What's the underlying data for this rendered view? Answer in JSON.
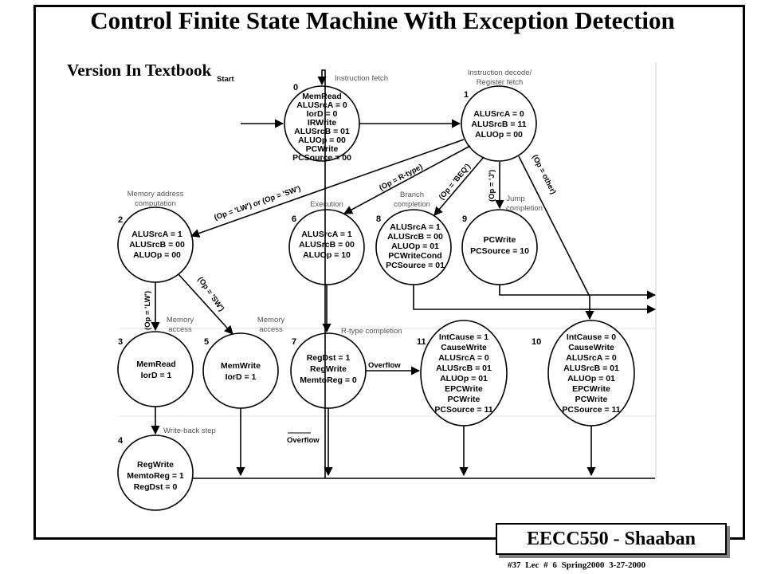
{
  "title": "Control Finite State Machine With Exception Detection",
  "subtitle": "Version In Textbook",
  "footer": {
    "badge": "EECC550 - Shaaban",
    "slide_info": "#37   Lec # 6   Spring2000   3-27-2000"
  },
  "diagram": {
    "start_label": "Start",
    "region_labels": {
      "instruction_fetch": "Instruction fetch",
      "decode_1": "Instruction decode/",
      "decode_2": "Register fetch",
      "memaddr_1": "Memory address",
      "memaddr_2": "computation",
      "execution": "Execution",
      "branch_1": "Branch",
      "branch_2": "completion",
      "jump_1": "Jump",
      "jump_2": "completion",
      "mem_access_3": "Memory",
      "mem_access_3b": "access",
      "mem_access_5": "Memory",
      "mem_access_5b": "access",
      "rtype_completion": "R-type completion",
      "writeback": "Write-back step"
    },
    "transition_labels": {
      "lw_sw": "(Op = 'LW') or (Op = 'SW')",
      "rtype": "(Op = R-type)",
      "beq": "(Op = 'BEQ')",
      "jump": "(Op = 'J')",
      "other": "(Op = other)",
      "lw": "(Op = 'LW')",
      "sw": "(Op = 'SW')",
      "overflow": "Overflow",
      "no_overflow": "Overflow"
    },
    "states": [
      {
        "id": "s0",
        "number": "0",
        "lines": [
          "MemRead",
          "ALUSrcA = 0",
          "IorD = 0",
          "IRWrite",
          "ALUSrcB = 01",
          "ALUOp = 00",
          "PCWrite",
          "PCSource = 00"
        ]
      },
      {
        "id": "s1",
        "number": "1",
        "lines": [
          "ALUSrcA = 0",
          "ALUSrcB = 11",
          "ALUOp = 00"
        ]
      },
      {
        "id": "s2",
        "number": "2",
        "lines": [
          "ALUSrcA = 1",
          "ALUSrcB = 00",
          "ALUOp = 00"
        ]
      },
      {
        "id": "s6",
        "number": "6",
        "lines": [
          "ALUSrcA = 1",
          "ALUSrcB = 00",
          "ALUOp = 10"
        ]
      },
      {
        "id": "s8",
        "number": "8",
        "lines": [
          "ALUSrcA = 1",
          "ALUSrcB = 00",
          "ALUOp = 01",
          "PCWriteCond",
          "PCSource = 01"
        ]
      },
      {
        "id": "s9",
        "number": "9",
        "lines": [
          "PCWrite",
          "PCSource = 10"
        ]
      },
      {
        "id": "s3",
        "number": "3",
        "lines": [
          "MemRead",
          "IorD = 1"
        ]
      },
      {
        "id": "s5",
        "number": "5",
        "lines": [
          "MemWrite",
          "IorD = 1"
        ]
      },
      {
        "id": "s7",
        "number": "7",
        "lines": [
          "RegDst = 1",
          "RegWrite",
          "MemtoReg = 0"
        ]
      },
      {
        "id": "s11",
        "number": "11",
        "lines": [
          "IntCause = 1",
          "CauseWrite",
          "ALUSrcA = 0",
          "ALUSrcB = 01",
          "ALUOp = 01",
          "EPCWrite",
          "PCWrite",
          "PCSource = 11"
        ]
      },
      {
        "id": "s10",
        "number": "10",
        "lines": [
          "IntCause = 0",
          "CauseWrite",
          "ALUSrcA = 0",
          "ALUSrcB = 01",
          "ALUOp = 01",
          "EPCWrite",
          "PCWrite",
          "PCSource = 11"
        ]
      },
      {
        "id": "s4",
        "number": "4",
        "lines": [
          "RegWrite",
          "MemtoReg = 1",
          "RegDst = 0"
        ]
      }
    ]
  }
}
